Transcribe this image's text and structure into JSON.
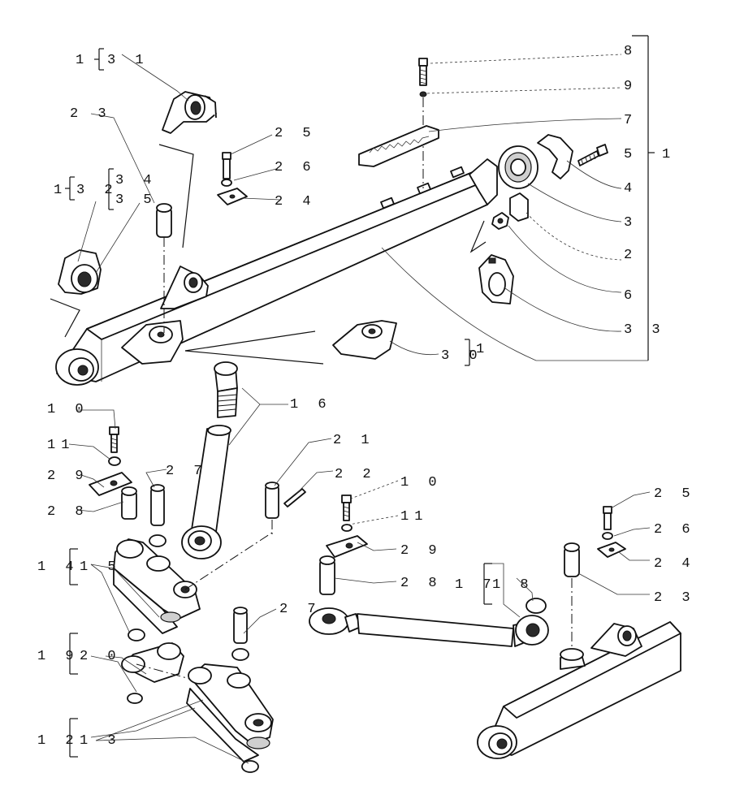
{
  "labels": {
    "l1_31": "1",
    "l31": "3 1",
    "l23_top": "2 3",
    "l1_32": "1",
    "l32": "3 2",
    "l34": "3 4",
    "l35": "3 5",
    "l25_top": "2 5",
    "l26_top": "2 6",
    "l24_top": "2 4",
    "l8": "8",
    "l9": "9",
    "l7": "7",
    "l5": "5",
    "l1_group": "1",
    "l4": "4",
    "l3": "3",
    "l2": "2",
    "l6": "6",
    "l33": "3 3",
    "l30": "3 0",
    "l1_30": "1",
    "l16": "1 6",
    "l10_left": "1 0",
    "l11_left": "11",
    "l29_left": "2 9",
    "l28_left": "2 8",
    "l27_left": "2 7",
    "l21": "2 1",
    "l22": "2 2",
    "l10_mid": "1 0",
    "l11_mid": "11",
    "l29_mid": "2 9",
    "l28_mid": "2 8",
    "l25_right": "2 5",
    "l26_right": "2 6",
    "l24_right": "2 4",
    "l23_right": "2 3",
    "l14": "1 4",
    "l15": "1 5",
    "l17": "1 7",
    "l18": "1 8",
    "l27_mid": "2 7",
    "l19": "1 9",
    "l20": "2 0",
    "l12": "1 2",
    "l13": "1 3"
  }
}
